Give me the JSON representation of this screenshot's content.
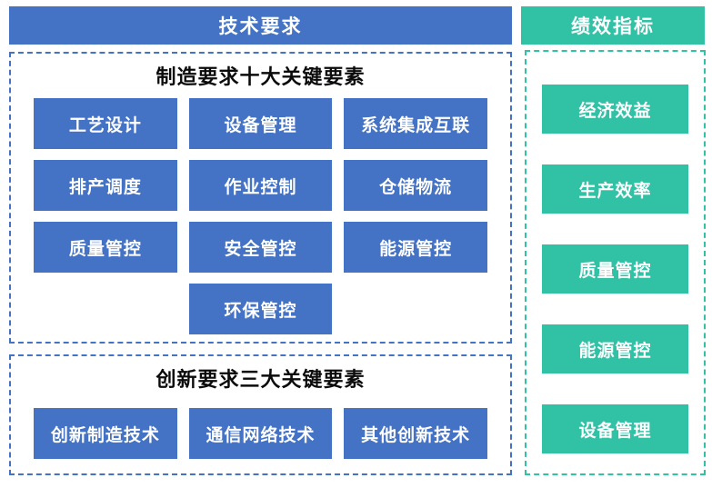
{
  "colors": {
    "blue": "#4472C4",
    "teal": "#31C1A5",
    "box_text": "#ffffff",
    "title_text": "#0b0b0b"
  },
  "headers": {
    "technical_requirements": "技术要求",
    "performance_indicators": "绩效指标"
  },
  "manufacturing_section": {
    "title": "制造要求十大关键要素",
    "items": [
      "工艺设计",
      "设备管理",
      "系统集成互联",
      "排产调度",
      "作业控制",
      "仓储物流",
      "质量管控",
      "安全管控",
      "能源管控",
      "环保管控"
    ]
  },
  "innovation_section": {
    "title": "创新要求三大关键要素",
    "items": [
      "创新制造技术",
      "通信网络技术",
      "其他创新技术"
    ]
  },
  "performance_section": {
    "items": [
      "经济效益",
      "生产效率",
      "质量管控",
      "能源管控",
      "设备管理"
    ]
  }
}
